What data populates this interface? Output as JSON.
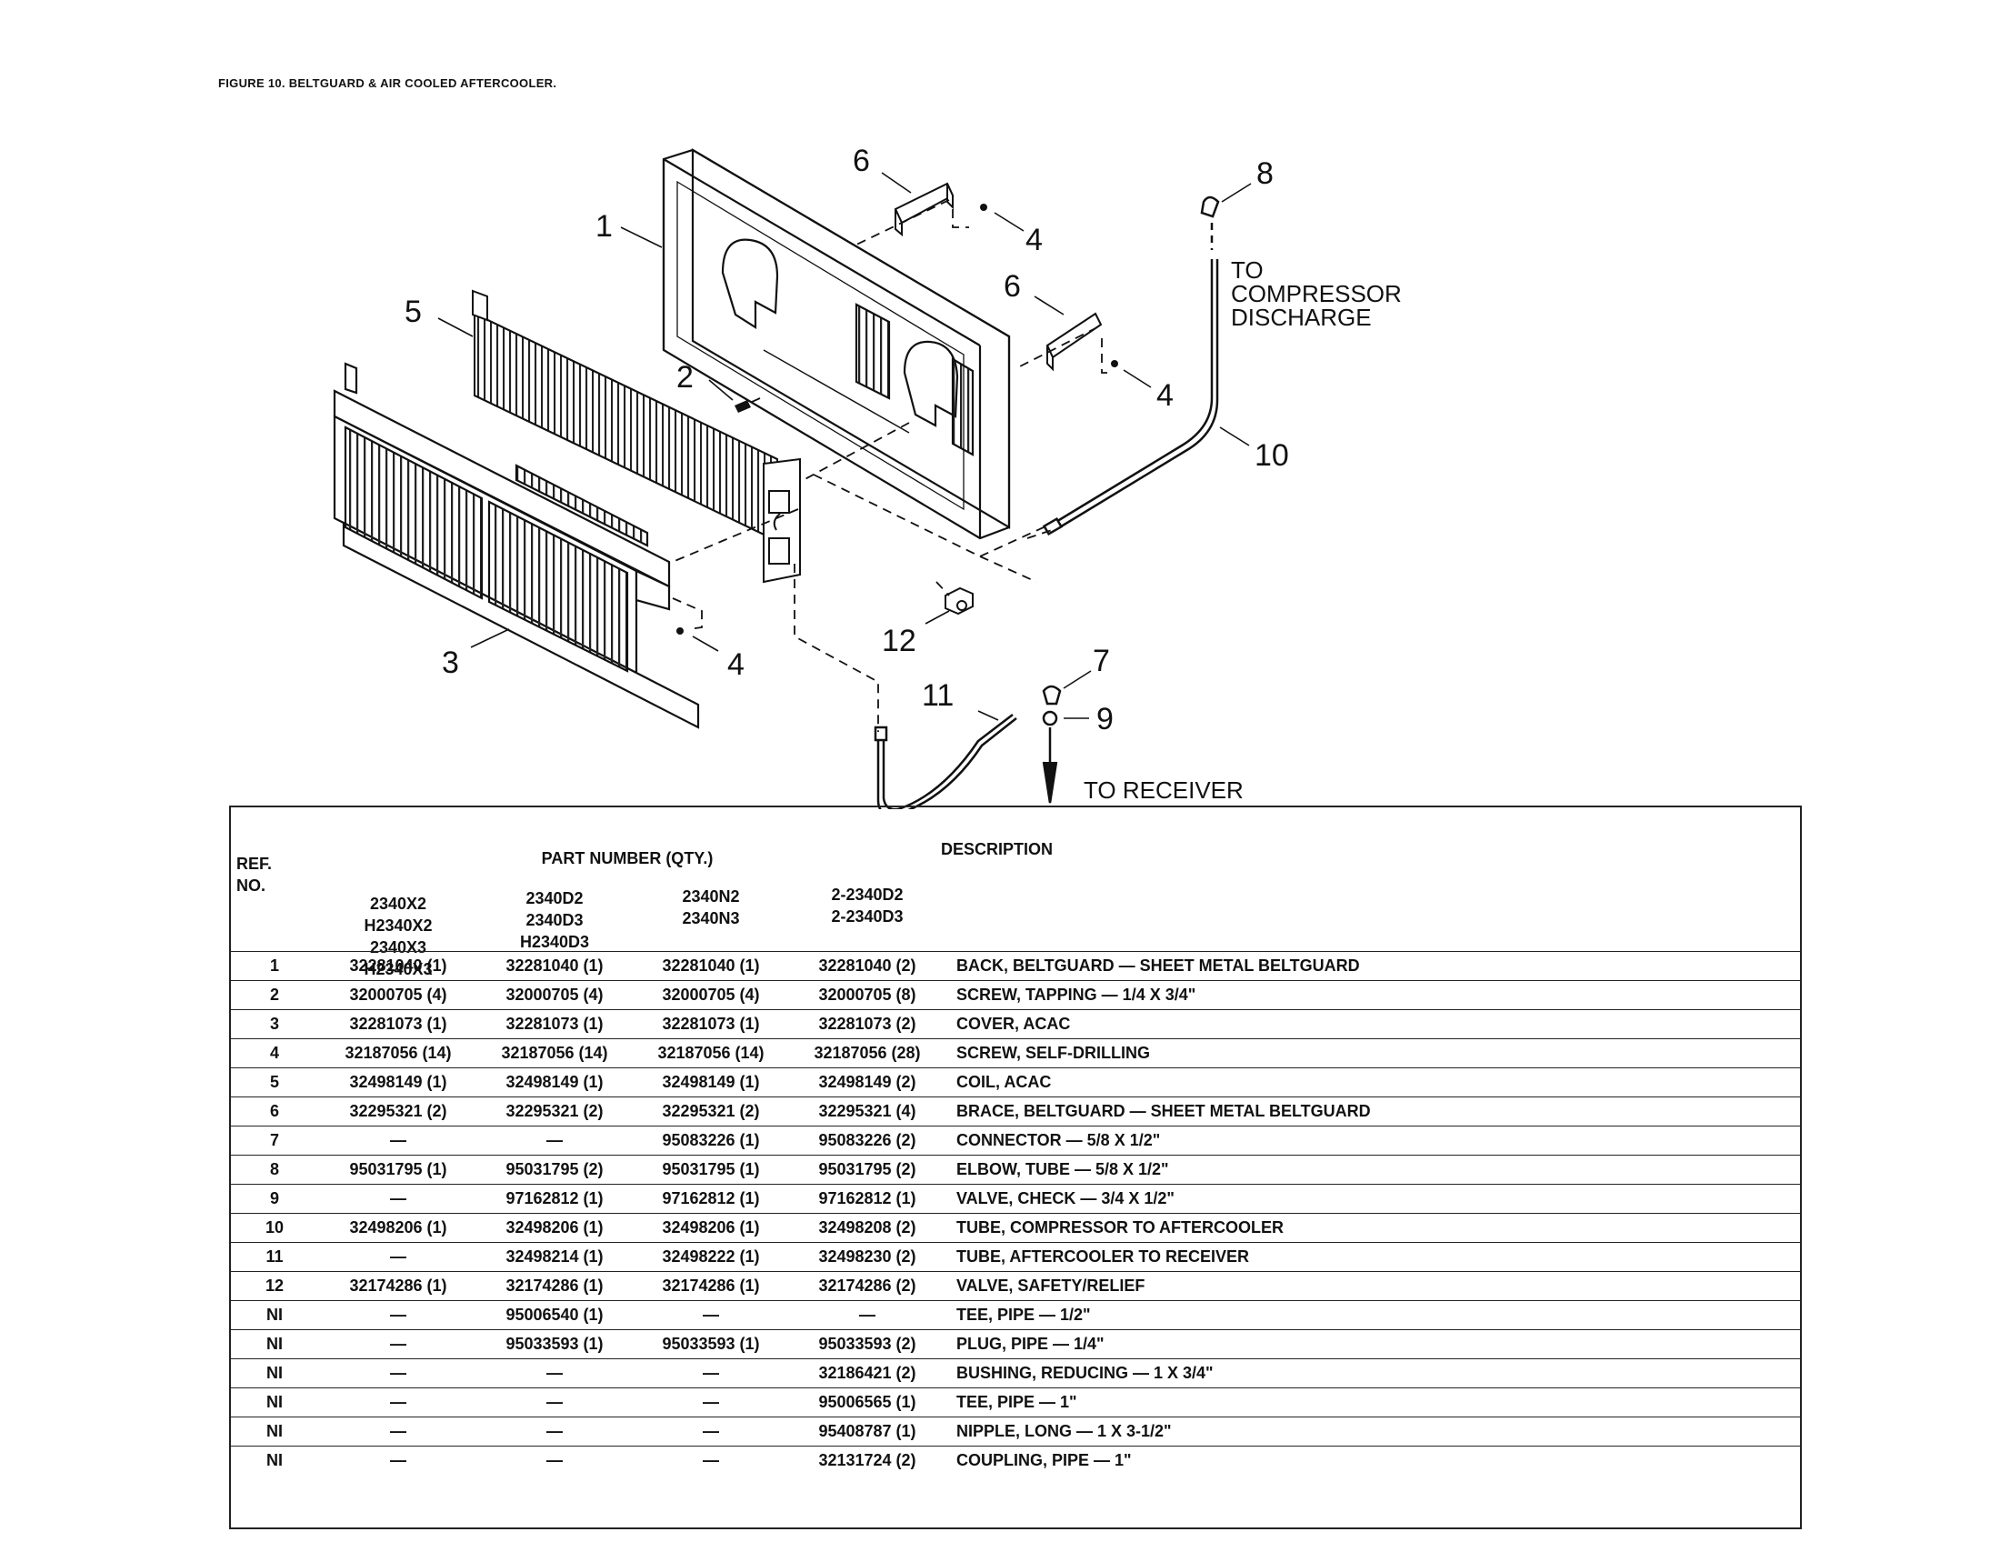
{
  "figure_title": "FIGURE 10. BELTGUARD & AIR COOLED AFTERCOOLER.",
  "callouts": {
    "c1": "1",
    "c2": "2",
    "c3": "3",
    "c4a": "4",
    "c4b": "4",
    "c4c": "4",
    "c5": "5",
    "c6a": "6",
    "c6b": "6",
    "c7": "7",
    "c8": "8",
    "c9": "9",
    "c10": "10",
    "c11": "11",
    "c12": "12"
  },
  "notes": {
    "to_compressor_1": "TO",
    "to_compressor_2": "COMPRESSOR",
    "to_compressor_3": "DISCHARGE",
    "to_receiver": "TO RECEIVER"
  },
  "table": {
    "header_ref_1": "REF.",
    "header_ref_2": "NO.",
    "header_part_number": "PART NUMBER (QTY.)",
    "header_description": "DESCRIPTION",
    "models": [
      [
        "2340X2",
        "H2340X2",
        "2340X3",
        "H2340X3"
      ],
      [
        "2340D2",
        "2340D3",
        "H2340D3"
      ],
      [
        "2340N2",
        "2340N3"
      ],
      [
        "2-2340D2",
        "2-2340D3"
      ]
    ],
    "rows": [
      {
        "ref": "1",
        "p1": "32281040 (1)",
        "p2": "32281040 (1)",
        "p3": "32281040 (1)",
        "p4": "32281040 (2)",
        "desc": "BACK, BELTGUARD — SHEET METAL BELTGUARD"
      },
      {
        "ref": "2",
        "p1": "32000705 (4)",
        "p2": "32000705 (4)",
        "p3": "32000705 (4)",
        "p4": "32000705 (8)",
        "desc": "SCREW, TAPPING — 1/4 X 3/4\""
      },
      {
        "ref": "3",
        "p1": "32281073 (1)",
        "p2": "32281073 (1)",
        "p3": "32281073 (1)",
        "p4": "32281073 (2)",
        "desc": "COVER, ACAC"
      },
      {
        "ref": "4",
        "p1": "32187056 (14)",
        "p2": "32187056 (14)",
        "p3": "32187056 (14)",
        "p4": "32187056 (28)",
        "desc": "SCREW, SELF-DRILLING"
      },
      {
        "ref": "5",
        "p1": "32498149 (1)",
        "p2": "32498149 (1)",
        "p3": "32498149 (1)",
        "p4": "32498149 (2)",
        "desc": "COIL, ACAC"
      },
      {
        "ref": "6",
        "p1": "32295321 (2)",
        "p2": "32295321 (2)",
        "p3": "32295321 (2)",
        "p4": "32295321 (4)",
        "desc": "BRACE, BELTGUARD — SHEET METAL BELTGUARD"
      },
      {
        "ref": "7",
        "p1": "—",
        "p2": "—",
        "p3": "95083226 (1)",
        "p4": "95083226 (2)",
        "desc": "CONNECTOR — 5/8 X 1/2\""
      },
      {
        "ref": "8",
        "p1": "95031795 (1)",
        "p2": "95031795 (2)",
        "p3": "95031795 (1)",
        "p4": "95031795 (2)",
        "desc": "ELBOW, TUBE — 5/8 X 1/2\""
      },
      {
        "ref": "9",
        "p1": "—",
        "p2": "97162812 (1)",
        "p3": "97162812 (1)",
        "p4": "97162812 (1)",
        "desc": "VALVE, CHECK — 3/4 X 1/2\""
      },
      {
        "ref": "10",
        "p1": "32498206 (1)",
        "p2": "32498206 (1)",
        "p3": "32498206 (1)",
        "p4": "32498208 (2)",
        "desc": "TUBE, COMPRESSOR TO AFTERCOOLER"
      },
      {
        "ref": "11",
        "p1": "—",
        "p2": "32498214 (1)",
        "p3": "32498222 (1)",
        "p4": "32498230 (2)",
        "desc": "TUBE, AFTERCOOLER TO RECEIVER"
      },
      {
        "ref": "12",
        "p1": "32174286 (1)",
        "p2": "32174286 (1)",
        "p3": "32174286 (1)",
        "p4": "32174286 (2)",
        "desc": "VALVE, SAFETY/RELIEF"
      },
      {
        "ref": "NI",
        "p1": "—",
        "p2": "95006540 (1)",
        "p3": "—",
        "p4": "—",
        "desc": "TEE, PIPE — 1/2\""
      },
      {
        "ref": "NI",
        "p1": "—",
        "p2": "95033593 (1)",
        "p3": "95033593 (1)",
        "p4": "95033593 (2)",
        "desc": "PLUG, PIPE — 1/4\""
      },
      {
        "ref": "NI",
        "p1": "—",
        "p2": "—",
        "p3": "—",
        "p4": "32186421 (2)",
        "desc": "BUSHING, REDUCING — 1 X 3/4\""
      },
      {
        "ref": "NI",
        "p1": "—",
        "p2": "—",
        "p3": "—",
        "p4": "95006565 (1)",
        "desc": "TEE, PIPE — 1\""
      },
      {
        "ref": "NI",
        "p1": "—",
        "p2": "—",
        "p3": "—",
        "p4": "95408787 (1)",
        "desc": "NIPPLE, LONG — 1 X 3-1/2\""
      },
      {
        "ref": "NI",
        "p1": "—",
        "p2": "—",
        "p3": "—",
        "p4": "32131724 (2)",
        "desc": "COUPLING, PIPE — 1\""
      }
    ]
  }
}
